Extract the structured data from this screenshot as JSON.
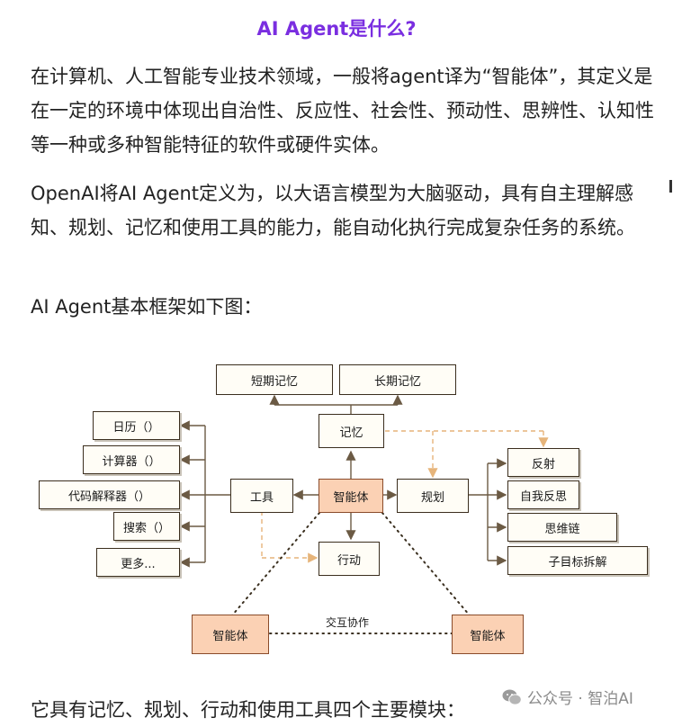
{
  "title": "AI Agent是什么?",
  "paragraphs": {
    "p1": "在计算机、人工智能专业技术领域，一般将agent译为“智能体”，其定义是在一定的环境中体现出自治性、反应性、社会性、预动性、思辨性、认知性等一种或多种智能特征的软件或硬件实体。",
    "p2": "OpenAI将AI Agent定义为，以大语言模型为大脑驱动，具有自主理解感知、规划、记忆和使用工具的能力，能自动化执行完成复杂任务的系统。",
    "p3": "AI Agent基本框架如下图：",
    "p4": "它具有记忆、规划、行动和使用工具四个主要模块："
  },
  "diagram": {
    "short_memory": "短期记忆",
    "long_memory": "长期记忆",
    "memory": "记忆",
    "agent_center": "智能体",
    "tools": "工具",
    "planning": "规划",
    "action": "行动",
    "tool_items": [
      "日历（）",
      "计算器（）",
      "代码解释器（）",
      "搜索（）",
      "更多..."
    ],
    "plan_items": [
      "反射",
      "自我反思",
      "思维链",
      "子目标拆解"
    ],
    "agent_left": "智能体",
    "agent_right": "智能体",
    "collab": "交互协作"
  },
  "watermark": {
    "text": "公众号 · 智泊AI",
    "icon": "wechat-icon"
  },
  "colors": {
    "title": "#7a2ee0",
    "highlight_box": "#fbd1b4",
    "dashed_arrow": "#e6b47a"
  }
}
